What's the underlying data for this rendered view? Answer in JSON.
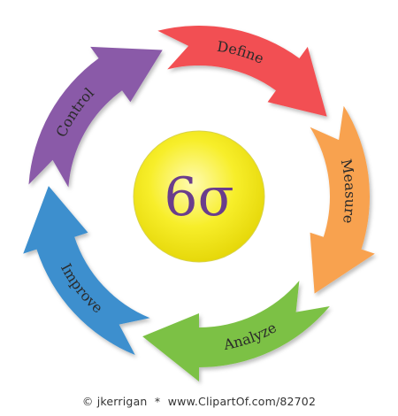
{
  "diagram": {
    "center_symbol": "6σ",
    "segments": [
      {
        "label": "Define",
        "color": "#f24f52"
      },
      {
        "label": "Measure",
        "color": "#f8a24f"
      },
      {
        "label": "Analyze",
        "color": "#7cc144"
      },
      {
        "label": "Improve",
        "color": "#3d8fce"
      },
      {
        "label": "Control",
        "color": "#8a5aa8"
      }
    ]
  },
  "footer": {
    "author": "© jkerrigan",
    "separator": "*",
    "site": "www.ClipartOf.com/82702"
  }
}
